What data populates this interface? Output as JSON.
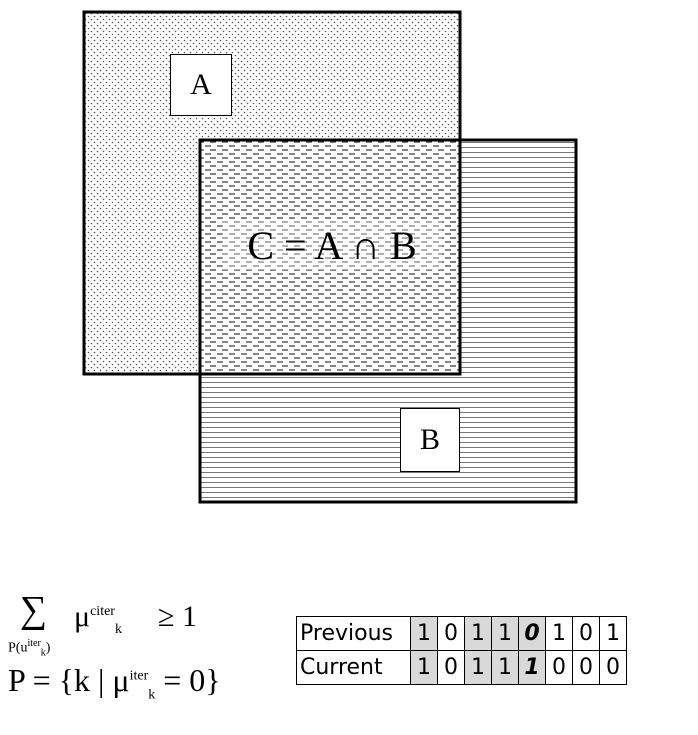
{
  "diagram": {
    "region_a_label": "A",
    "region_b_label": "B",
    "intersection_label": "C = A ∩ B"
  },
  "formulas": {
    "sum_sign": "∑",
    "sum_lower_main": "P(u",
    "sum_lower_sup": "iter",
    "sum_lower_sub": "k",
    "sum_lower_close": ")",
    "sum_term_base": "μ",
    "sum_term_sup": "citer",
    "sum_term_sub": "k",
    "sum_relation": "≥ 1",
    "set_prefix": "P = {k | μ",
    "set_sup": "iter",
    "set_sub": "k",
    "set_suffix": " = 0}"
  },
  "table": {
    "rows": [
      {
        "label": "Previous",
        "bits": [
          "1",
          "0",
          "1",
          "1",
          "0",
          "1",
          "0",
          "1"
        ]
      },
      {
        "label": "Current",
        "bits": [
          "1",
          "0",
          "1",
          "1",
          "1",
          "0",
          "0",
          "0"
        ]
      }
    ],
    "shaded_columns": [
      0,
      2,
      3,
      4
    ],
    "changed_column": 4
  }
}
